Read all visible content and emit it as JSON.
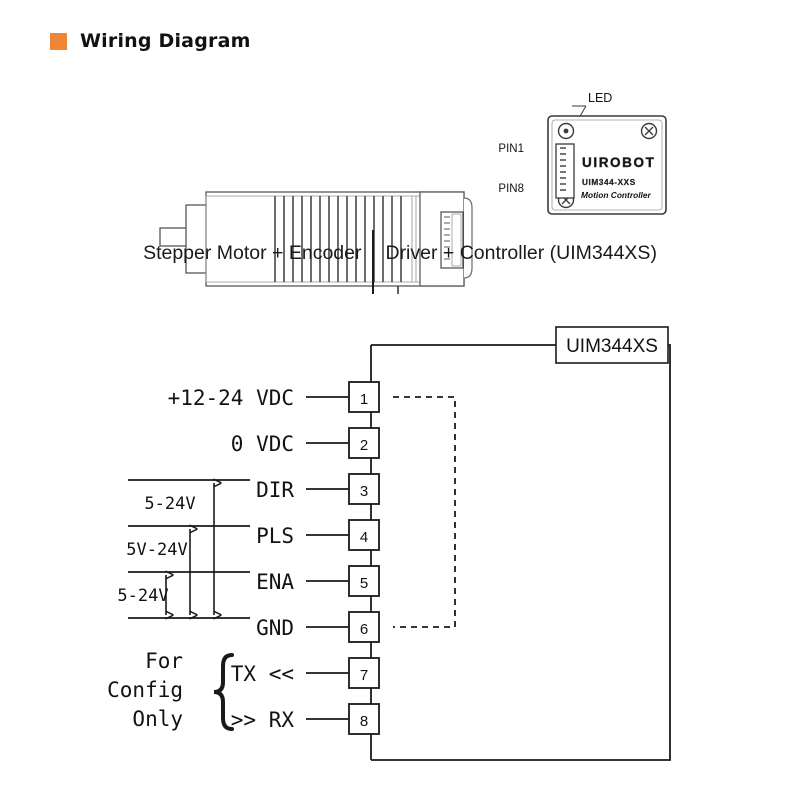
{
  "header": {
    "title": "Wiring Diagram",
    "bullet_color": "#ef8536",
    "bullet_icon": "orange-square-bullet"
  },
  "photo": {
    "motor": {
      "name": "stepper-motor-illustration",
      "alt": "Stepper motor with encoder, side view"
    },
    "controller": {
      "name": "motion-controller-illustration",
      "brand": "UIROBOT",
      "model": "UIM344-XXS",
      "subtitle": "Motion Controller",
      "led_label": "LED",
      "pin_top_label": "PIN1",
      "pin_bottom_label": "PIN8"
    }
  },
  "caption": {
    "left": "Stepper Motor + Encoder",
    "right": "Driver + Controller (UIM344XS)"
  },
  "schematic": {
    "device_label": "UIM344XS",
    "pins": [
      {
        "number": "1",
        "label": "+12-24 VDC"
      },
      {
        "number": "2",
        "label": "0 VDC"
      },
      {
        "number": "3",
        "label": "DIR"
      },
      {
        "number": "4",
        "label": "PLS"
      },
      {
        "number": "5",
        "label": "ENA"
      },
      {
        "number": "6",
        "label": "GND"
      },
      {
        "number": "7",
        "label": "TX <<"
      },
      {
        "number": "8",
        "label": ">> RX"
      }
    ],
    "voltage_ranges": [
      {
        "id": "dir-gnd",
        "text": "5-24V"
      },
      {
        "id": "pls-gnd",
        "text": "5V-24V"
      },
      {
        "id": "ena-gnd",
        "text": "5-24V"
      }
    ],
    "config_note": {
      "line1": "For",
      "line2": "Config",
      "line3": "Only"
    }
  }
}
